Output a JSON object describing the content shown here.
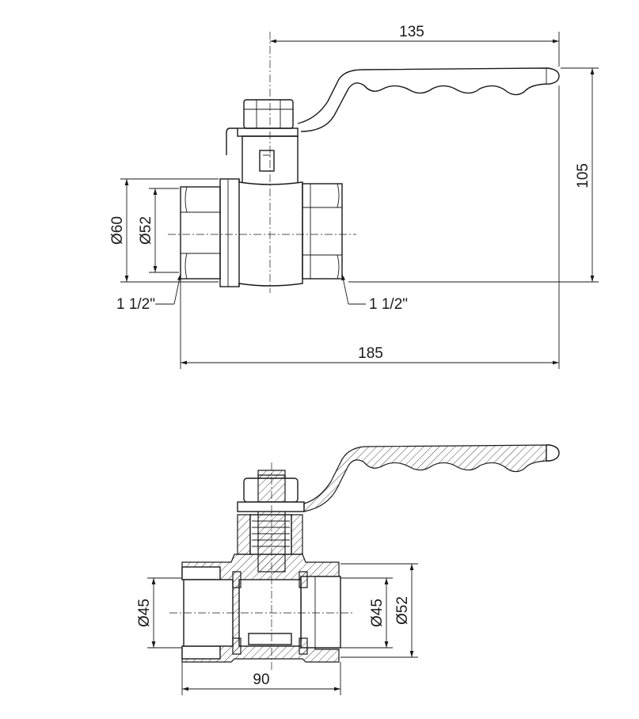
{
  "dimensions": {
    "handle_length": "135",
    "overall_height": "105",
    "outer_diameter_top": "Ø60",
    "inner_diameter_top": "Ø52",
    "thread_left": "1 1/2\"",
    "thread_right": "1 1/2\"",
    "overall_length": "185",
    "bore_left": "Ø45",
    "bore_right": "Ø45",
    "outer_diameter_bottom": "Ø52",
    "body_length": "90"
  }
}
